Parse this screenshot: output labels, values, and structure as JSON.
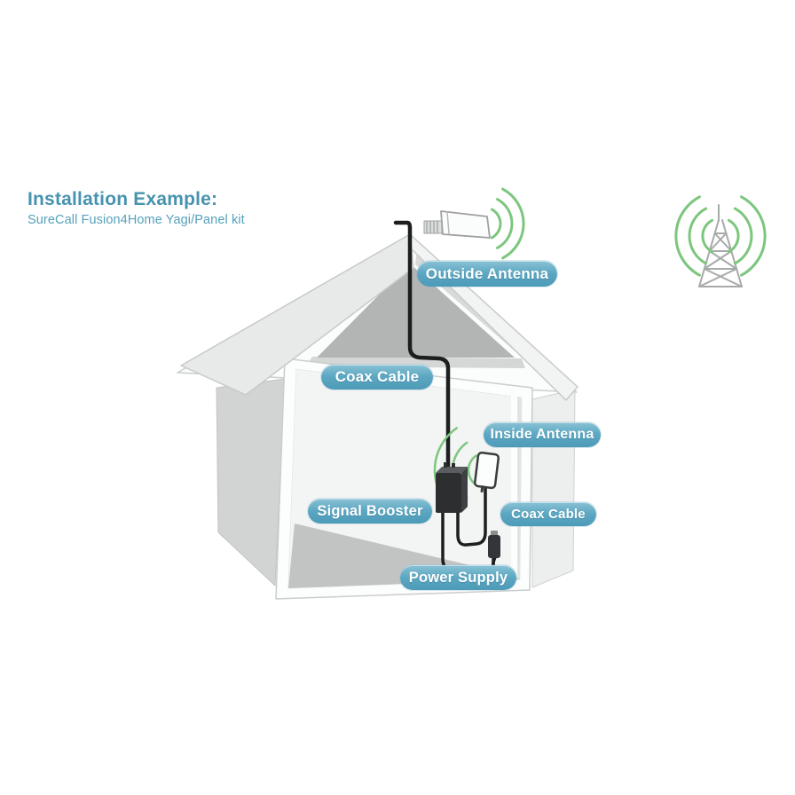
{
  "page": {
    "background": "#ffffff"
  },
  "header": {
    "title": "Installation Example:",
    "subtitle": "SureCall Fusion4Home Yagi/Panel kit"
  },
  "labels": {
    "outside_antenna": "Outside Antenna",
    "coax_cable_top": "Coax Cable",
    "inside_antenna": "Inside Antenna",
    "signal_booster": "Signal Booster",
    "coax_cable_bottom": "Coax Cable",
    "power_supply": "Power Supply"
  },
  "colors": {
    "title_text": "#4793af",
    "subtitle_text": "#55a1ba",
    "label_pill_teal": "#57a5c2",
    "label_text": "#ffffff",
    "signal_waves_green": "#7cc67d",
    "cable_black": "#1d1f1f",
    "roof_gray": "#e8eaea",
    "wall_shadow_gray": "#d2d4d4",
    "attic_interior_gray": "#b3b5b5",
    "floor_gray": "#c2c4c4",
    "tower_gray": "#a8aaaa"
  },
  "icons": {
    "cell_tower": "cell-tower-icon",
    "outside_antenna": "yagi-antenna-icon",
    "inside_antenna": "panel-antenna-icon",
    "signal_booster": "booster-box-icon",
    "power_supply": "power-adapter-icon",
    "signal_waves": "signal-waves-icon",
    "house": "cutaway-house-illustration"
  }
}
